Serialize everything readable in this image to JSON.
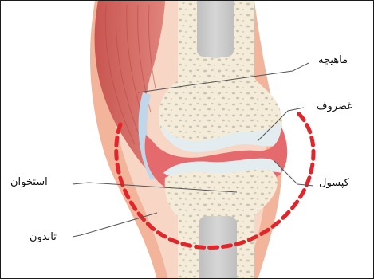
{
  "labels": {
    "muscle": "ماهیچه",
    "cartilage": "غضروف",
    "capsule": "کپسول",
    "bone": "استخوان",
    "tendon": "تاندون"
  },
  "colors": {
    "muscle": "#d96b66",
    "skin": "#f2b49a",
    "bone_outer": "#f4ecd9",
    "marrow": "#c9c9c9",
    "cartilage": "#e3ecef",
    "capsule_fluid": "#e46a6e",
    "ligament": "#bfd7e8",
    "dashed_circle": "#e0262b"
  }
}
